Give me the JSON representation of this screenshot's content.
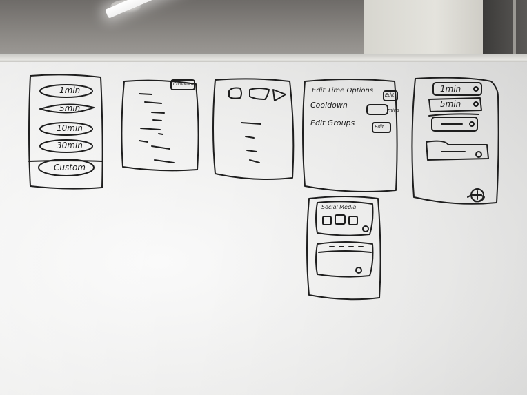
{
  "frame1": {
    "options": [
      "1min",
      "5min",
      "10min",
      "30min",
      "Custom"
    ]
  },
  "frame2": {
    "button": "Cooldown"
  },
  "frame4": {
    "row1_label": "Edit Time Options",
    "row1_button": "Edit",
    "row2_label": "Cooldown",
    "row2_unit": "mins",
    "row3_label": "Edit Groups",
    "row3_button": "Edit"
  },
  "frame5": {
    "items": [
      "1min",
      "5min"
    ]
  },
  "frame6": {
    "title": "Social Media"
  },
  "colors": {
    "ink": "#1e1e1e",
    "board": "#f2f2f1"
  }
}
